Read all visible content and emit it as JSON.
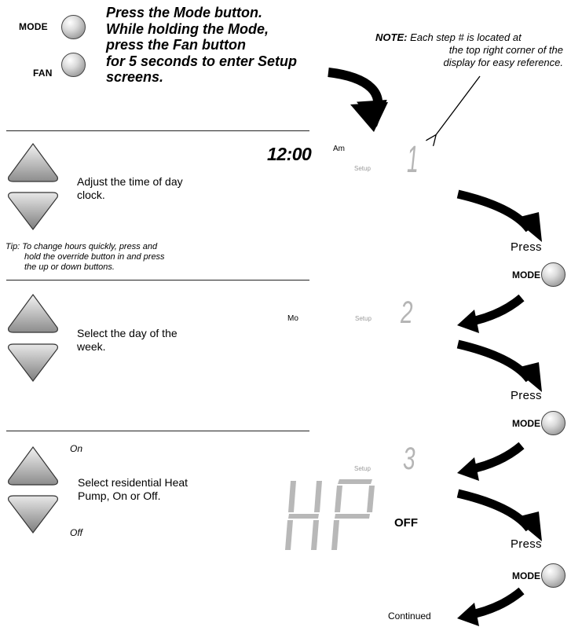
{
  "header": {
    "mode_label": "MODE",
    "fan_label": "FAN",
    "intro_lines": [
      "Press the Mode button.",
      "While holding the Mode,",
      "press the Fan button",
      "for 5 seconds to enter Setup",
      "screens."
    ],
    "note_head": "NOTE:",
    "note_line1": "Each step # is located at",
    "note_line2": "the top right corner of the",
    "note_line3": "display for easy reference."
  },
  "steps": [
    {
      "number": "1",
      "display_value": "12:00",
      "display_suffix": "Am",
      "setup_label": "Setup",
      "instruction_line1": "Adjust the time of day",
      "instruction_line2": "clock.",
      "tip_line1": "Tip: To change hours quickly, press and",
      "tip_line2": "hold the override button in and press",
      "tip_line3": "the up or down buttons.",
      "press_label": "Press",
      "mode_label": "MODE"
    },
    {
      "number": "2",
      "display_value": "Mo",
      "setup_label": "Setup",
      "instruction_line1": "Select the day of the",
      "instruction_line2": "week.",
      "press_label": "Press",
      "mode_label": "MODE"
    },
    {
      "number": "3",
      "display_value": "HP",
      "display_state": "OFF",
      "setup_label": "Setup",
      "up_label": "On",
      "down_label": "Off",
      "instruction_line1": "Select residential Heat",
      "instruction_line2": "Pump, On or Off.",
      "press_label": "Press",
      "mode_label": "MODE"
    }
  ],
  "footer": {
    "continued": "Continued"
  },
  "colors": {
    "lcd_segment": "#b8b8b8",
    "text": "#000000",
    "button_face": "#c8c8c8"
  }
}
